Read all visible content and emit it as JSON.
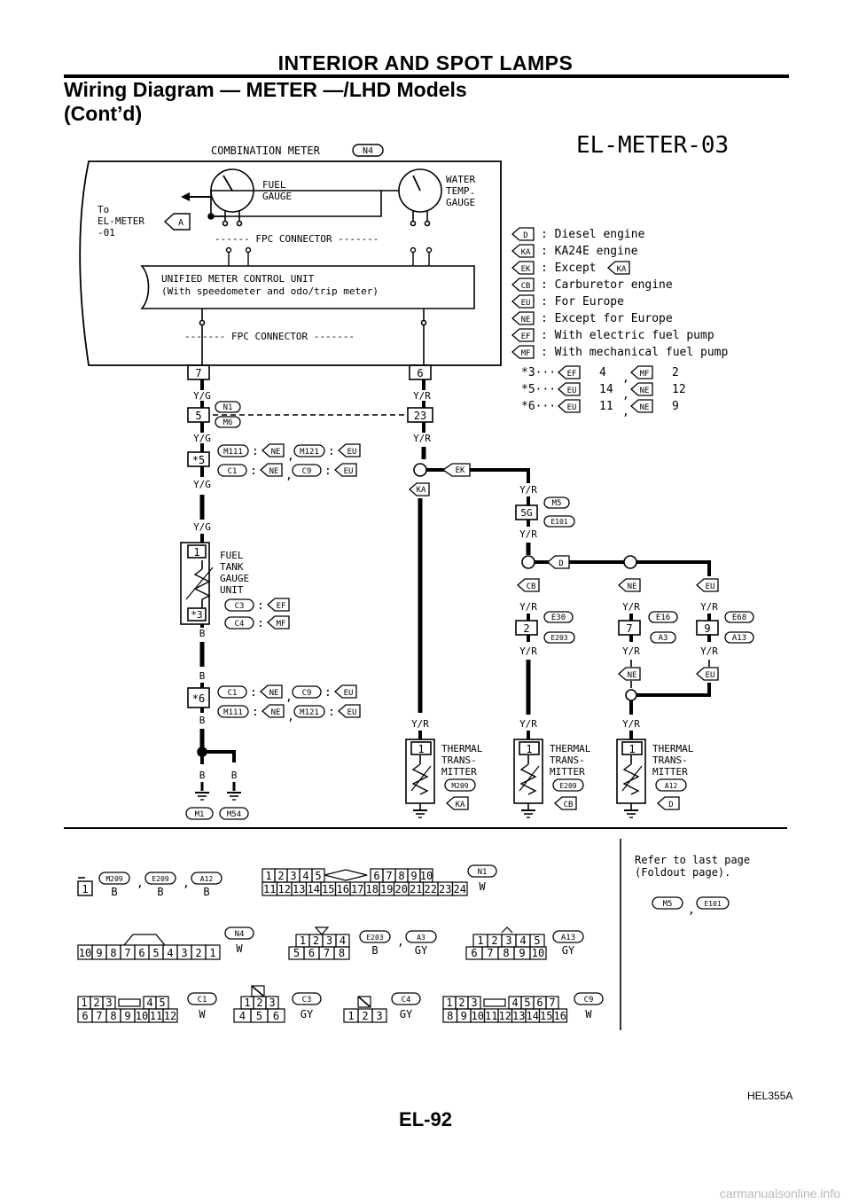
{
  "header": {
    "section": "INTERIOR AND SPOT LAMPS",
    "title_line1": "Wiring Diagram — METER —/LHD Models",
    "title_line2": "(Cont’d)"
  },
  "diagram": {
    "code": "EL-METER-03",
    "meter_label": "COMBINATION METER",
    "meter_conn": "N4",
    "fuel_gauge": [
      "FUEL",
      "GAUGE"
    ],
    "water_gauge": [
      "WATER",
      "TEMP.",
      "GAUGE"
    ],
    "to_ref": [
      "To",
      "EL-METER",
      "-01"
    ],
    "to_conn": "A",
    "fpc": "------ FPC CONNECTOR -------",
    "fpc2": "------- FPC CONNECTOR -------",
    "unit1": "UNIFIED METER CONTROL UNIT",
    "unit2": "(With speedometer and odo/trip meter)"
  },
  "legend": [
    {
      "code": "D",
      "text": ": Diesel engine"
    },
    {
      "code": "KA",
      "text": ": KA24E engine"
    },
    {
      "code": "EK",
      "text": ": Except",
      "ref": "KA"
    },
    {
      "code": "CB",
      "text": ": Carburetor engine"
    },
    {
      "code": "EU",
      "text": ": For Europe"
    },
    {
      "code": "NE",
      "text": ": Except for Europe"
    },
    {
      "code": "EF",
      "text": ": With electric fuel pump"
    },
    {
      "code": "MF",
      "text": ": With mechanical fuel pump"
    }
  ],
  "stars": [
    {
      "star": "*3···",
      "a": "EF",
      "av": "4",
      "b": "MF",
      "bv": "2"
    },
    {
      "star": "*5···",
      "a": "EU",
      "av": "14",
      "b": "NE",
      "bv": "12"
    },
    {
      "star": "*6···",
      "a": "EU",
      "av": "11",
      "b": "NE",
      "bv": "9"
    }
  ],
  "pins": {
    "p7": "7",
    "p6": "6",
    "p5": "5",
    "p23": "23",
    "s5": "*5",
    "p1": "1",
    "s3": "*3",
    "s6": "*6",
    "p56": "5G",
    "p2": "2",
    "p7b": "7",
    "p9": "9",
    "t1": "1"
  },
  "wires": {
    "yg": "Y/G",
    "yr": "Y/R",
    "b": "B"
  },
  "conns": {
    "N1": "N1",
    "M6": "M6",
    "M111": "M111",
    "M121": "M121",
    "C1": "C1",
    "C9": "C9",
    "C3": "C3",
    "C4": "C4",
    "M1": "M1",
    "M54": "M54",
    "M5": "M5",
    "E101": "E101",
    "E30": "E30",
    "E203": "E203",
    "E16": "E16",
    "A3": "A3",
    "E68": "E68",
    "A13": "A13",
    "M209": "M209",
    "E209": "E209",
    "A12": "A12",
    "N4": "N4"
  },
  "codes": {
    "NE": "NE",
    "EU": "EU",
    "EF": "EF",
    "MF": "MF",
    "KA": "KA",
    "EK": "EK",
    "D": "D",
    "CB": "CB"
  },
  "sep": {
    "colon": ":",
    "comma": ","
  },
  "fuel_unit": [
    "FUEL",
    "TANK",
    "GAUGE",
    "UNIT"
  ],
  "thermal": [
    "THERMAL",
    "TRANS-",
    "MITTER"
  ],
  "connectors": {
    "single": {
      "pins": [
        "1"
      ],
      "refs": [
        {
          "c": "M209",
          "col": "B"
        },
        {
          "c": "E209",
          "col": "B"
        },
        {
          "c": "A12",
          "col": "B"
        }
      ]
    },
    "n1": {
      "top": [
        "1",
        "2",
        "3",
        "4",
        "5",
        "6",
        "7",
        "8",
        "9",
        "10"
      ],
      "bottom": [
        "11",
        "12",
        "13",
        "14",
        "15",
        "16",
        "17",
        "18",
        "19",
        "20",
        "21",
        "22",
        "23",
        "24"
      ],
      "c": "N1",
      "col": "W"
    },
    "n4": {
      "pins": [
        "10",
        "9",
        "8",
        "7",
        "6",
        "5",
        "4",
        "3",
        "2",
        "1"
      ],
      "c": "N4",
      "col": "W"
    },
    "e203": {
      "top": [
        "1",
        "2",
        "3",
        "4"
      ],
      "bottom": [
        "5",
        "6",
        "7",
        "8"
      ],
      "refs": [
        {
          "c": "E203",
          "col": "B"
        },
        {
          "c": "A3",
          "col": "GY"
        }
      ]
    },
    "a13": {
      "top": [
        "1",
        "2",
        "3",
        "4",
        "5"
      ],
      "bottom": [
        "6",
        "7",
        "8",
        "9",
        "10"
      ],
      "c": "A13",
      "col": "GY"
    },
    "c1": {
      "top": [
        "1",
        "2",
        "3",
        "4",
        "5"
      ],
      "bottom": [
        "6",
        "7",
        "8",
        "9",
        "10",
        "11",
        "12"
      ],
      "c": "C1",
      "col": "W"
    },
    "c3": {
      "top": [
        "1",
        "2",
        "3"
      ],
      "bottom": [
        "4",
        "5",
        "6"
      ],
      "c": "C3",
      "col": "GY"
    },
    "c4": {
      "pins": [
        "1",
        "2",
        "3"
      ],
      "c": "C4",
      "col": "GY"
    },
    "c9": {
      "top": [
        "1",
        "2",
        "3",
        "4",
        "5",
        "6",
        "7"
      ],
      "bottom": [
        "8",
        "9",
        "10",
        "11",
        "12",
        "13",
        "14",
        "15",
        "16"
      ],
      "c": "C9",
      "col": "W"
    }
  },
  "refer": {
    "line1": "Refer to last page",
    "line2": "(Foldout page).",
    "c1": "M5",
    "c2": "E101"
  },
  "image_code": "HEL355A",
  "page_number": "EL-92",
  "watermark": "carmanualsonline.info"
}
